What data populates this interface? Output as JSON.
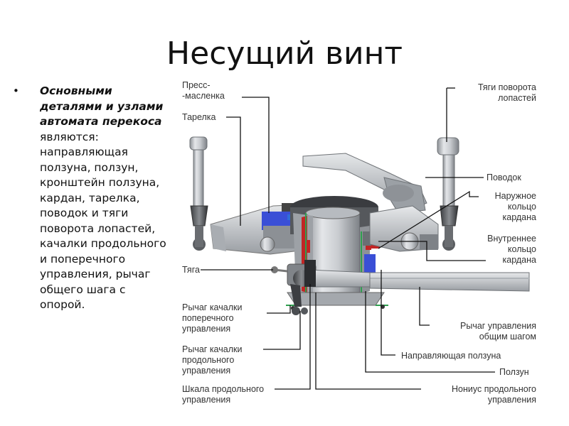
{
  "title": "Несущий винт",
  "intro": {
    "bold": "Основными деталями и узлами автомата перекоса",
    "rest": " являются: направляющая ползуна, ползун, кронштейн ползуна, кардан, тарелка, поводок и тяги поворота лопастей, качалки продольного и поперечного управления, рычаг общего шага с опорой."
  },
  "labels": {
    "press_maslenka": "Пресс-\n-масленка",
    "tarelka": "Тарелка",
    "tyaga": "Тяга",
    "rychag_poperech": "Рычаг качалки\nпоперечного\nуправления",
    "rychag_prodol": "Рычаг качалки\nпродольного\nуправления",
    "shkala": "Шкала продольного\nуправления",
    "tyagi_povorota": "Тяги поворота\nлопастей",
    "povodok": "Поводок",
    "naruzhnoe": "Наружное\nкольцо\nкардана",
    "vnutrennee": "Внутреннее\nкольцо\nкардана",
    "rychag_upr": "Рычаг управления\nобщим шагом",
    "napravl": "Направляющая ползуна",
    "polzun": "Ползун",
    "nonius": "Нониус продольного\nуправления"
  }
}
